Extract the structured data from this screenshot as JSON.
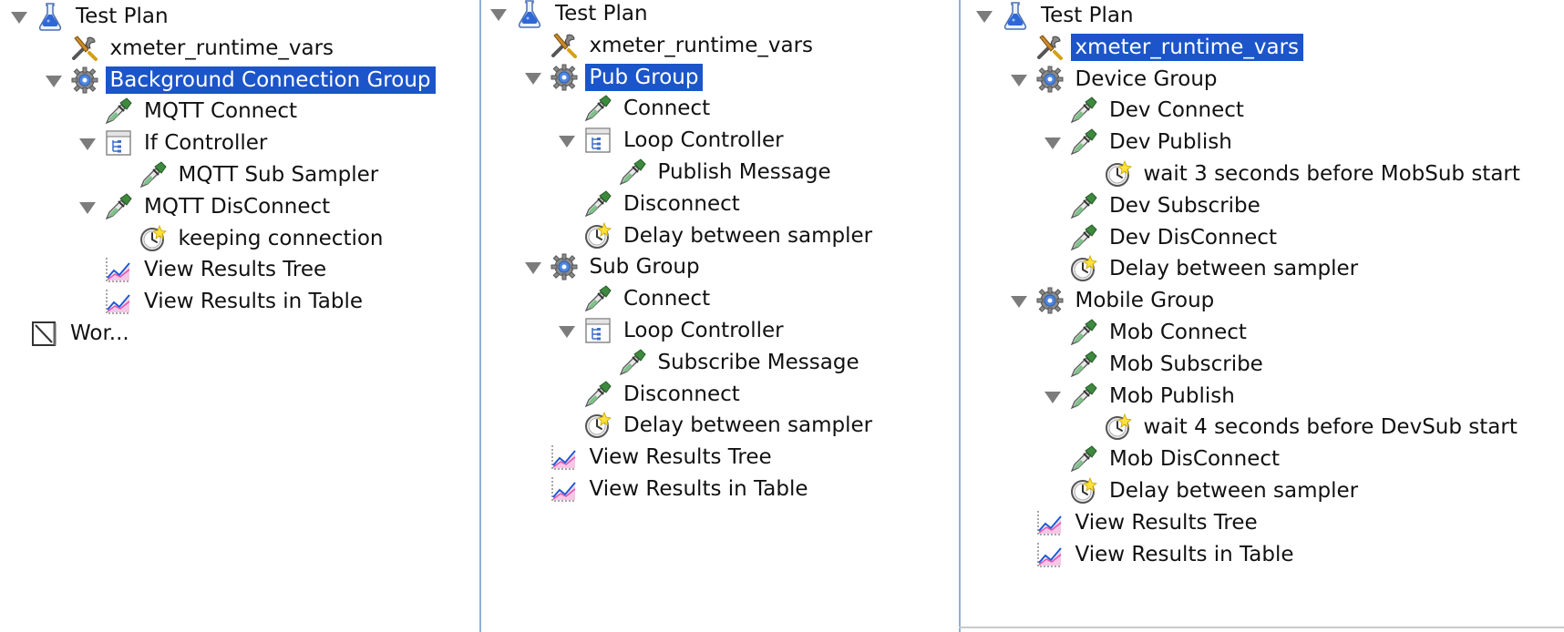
{
  "panels": [
    {
      "name": "left",
      "rows": [
        {
          "label": "Test Plan",
          "icon": "flask-icon",
          "depth": 0,
          "toggle": "down"
        },
        {
          "label": "xmeter_runtime_vars",
          "icon": "tools-icon",
          "depth": 1,
          "toggle": "none"
        },
        {
          "label": "Background Connection Group",
          "icon": "gear-icon",
          "depth": 1,
          "toggle": "down",
          "selected": true
        },
        {
          "label": "MQTT Connect",
          "icon": "pipette-icon",
          "depth": 2,
          "toggle": "none"
        },
        {
          "label": "If Controller",
          "icon": "controller-icon",
          "depth": 2,
          "toggle": "down"
        },
        {
          "label": "MQTT Sub Sampler",
          "icon": "pipette-icon",
          "depth": 3,
          "toggle": "none"
        },
        {
          "label": "MQTT DisConnect",
          "icon": "pipette-icon",
          "depth": 2,
          "toggle": "down"
        },
        {
          "label": "keeping connection",
          "icon": "timer-icon",
          "depth": 3,
          "toggle": "none"
        },
        {
          "label": "View Results Tree",
          "icon": "chart-icon",
          "depth": 2,
          "toggle": "none"
        },
        {
          "label": "View Results in Table",
          "icon": "chart-icon",
          "depth": 2,
          "toggle": "none"
        },
        {
          "label": "Wor...",
          "icon": "workbench-icon",
          "depth": 0,
          "toggle": "none",
          "noToggleSpace": true
        }
      ]
    },
    {
      "name": "middle",
      "rows": [
        {
          "label": "Test Plan",
          "icon": "flask-icon",
          "depth": 0,
          "toggle": "down"
        },
        {
          "label": "xmeter_runtime_vars",
          "icon": "tools-icon",
          "depth": 1,
          "toggle": "none"
        },
        {
          "label": "Pub Group",
          "icon": "gear-icon",
          "depth": 1,
          "toggle": "down",
          "selected": true
        },
        {
          "label": "Connect",
          "icon": "pipette-icon",
          "depth": 2,
          "toggle": "none"
        },
        {
          "label": "Loop Controller",
          "icon": "controller-icon",
          "depth": 2,
          "toggle": "down"
        },
        {
          "label": "Publish Message",
          "icon": "pipette-icon",
          "depth": 3,
          "toggle": "none"
        },
        {
          "label": "Disconnect",
          "icon": "pipette-icon",
          "depth": 2,
          "toggle": "none"
        },
        {
          "label": "Delay between sampler",
          "icon": "timer-icon",
          "depth": 2,
          "toggle": "none"
        },
        {
          "label": "Sub Group",
          "icon": "gear-icon",
          "depth": 1,
          "toggle": "down"
        },
        {
          "label": "Connect",
          "icon": "pipette-icon",
          "depth": 2,
          "toggle": "none"
        },
        {
          "label": "Loop Controller",
          "icon": "controller-icon",
          "depth": 2,
          "toggle": "down"
        },
        {
          "label": "Subscribe Message",
          "icon": "pipette-icon",
          "depth": 3,
          "toggle": "none"
        },
        {
          "label": "Disconnect",
          "icon": "pipette-icon",
          "depth": 2,
          "toggle": "none"
        },
        {
          "label": "Delay between sampler",
          "icon": "timer-icon",
          "depth": 2,
          "toggle": "none"
        },
        {
          "label": "View Results Tree",
          "icon": "chart-icon",
          "depth": 1,
          "toggle": "none"
        },
        {
          "label": "View Results in Table",
          "icon": "chart-icon",
          "depth": 1,
          "toggle": "none"
        }
      ]
    },
    {
      "name": "right",
      "rows": [
        {
          "label": "Test Plan",
          "icon": "flask-icon",
          "depth": 0,
          "toggle": "down"
        },
        {
          "label": "xmeter_runtime_vars",
          "icon": "tools-icon",
          "depth": 1,
          "toggle": "none",
          "selected": true
        },
        {
          "label": "Device Group",
          "icon": "gear-icon",
          "depth": 1,
          "toggle": "down"
        },
        {
          "label": "Dev Connect",
          "icon": "pipette-icon",
          "depth": 2,
          "toggle": "none"
        },
        {
          "label": "Dev Publish",
          "icon": "pipette-icon",
          "depth": 2,
          "toggle": "down"
        },
        {
          "label": "wait 3 seconds before MobSub start",
          "icon": "timer-icon",
          "depth": 3,
          "toggle": "none"
        },
        {
          "label": "Dev Subscribe",
          "icon": "pipette-icon",
          "depth": 2,
          "toggle": "none"
        },
        {
          "label": "Dev DisConnect",
          "icon": "pipette-icon",
          "depth": 2,
          "toggle": "none"
        },
        {
          "label": "Delay between sampler",
          "icon": "timer-icon",
          "depth": 2,
          "toggle": "none"
        },
        {
          "label": "Mobile Group",
          "icon": "gear-icon",
          "depth": 1,
          "toggle": "down"
        },
        {
          "label": "Mob Connect",
          "icon": "pipette-icon",
          "depth": 2,
          "toggle": "none"
        },
        {
          "label": "Mob Subscribe",
          "icon": "pipette-icon",
          "depth": 2,
          "toggle": "none"
        },
        {
          "label": "Mob Publish",
          "icon": "pipette-icon",
          "depth": 2,
          "toggle": "down"
        },
        {
          "label": "wait 4 seconds before DevSub start",
          "icon": "timer-icon",
          "depth": 3,
          "toggle": "none"
        },
        {
          "label": "Mob DisConnect",
          "icon": "pipette-icon",
          "depth": 2,
          "toggle": "none"
        },
        {
          "label": "Delay between sampler",
          "icon": "timer-icon",
          "depth": 2,
          "toggle": "none"
        },
        {
          "label": "View Results Tree",
          "icon": "chart-icon",
          "depth": 1,
          "toggle": "none"
        },
        {
          "label": "View Results in Table",
          "icon": "chart-icon",
          "depth": 1,
          "toggle": "none"
        }
      ]
    }
  ],
  "colors": {
    "selection": "#1b55c9",
    "divider": "#8fb0d8",
    "toggle": "#7c7c7c"
  }
}
